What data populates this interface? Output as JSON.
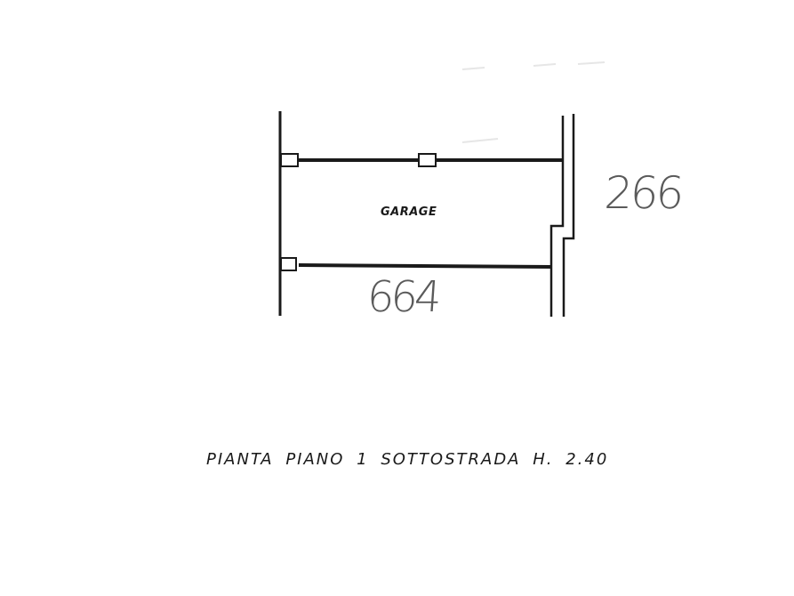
{
  "plan": {
    "room_label": "GARAGE",
    "handwritten_notes": {
      "right": "266",
      "bottom": "664"
    },
    "caption": "PIANTA PIANO 1 SOTTOSTRADA H. 2.40"
  },
  "colors": {
    "ink": "#1a1a1a",
    "pencil": "#5a5a5a",
    "paper": "#ffffff"
  }
}
